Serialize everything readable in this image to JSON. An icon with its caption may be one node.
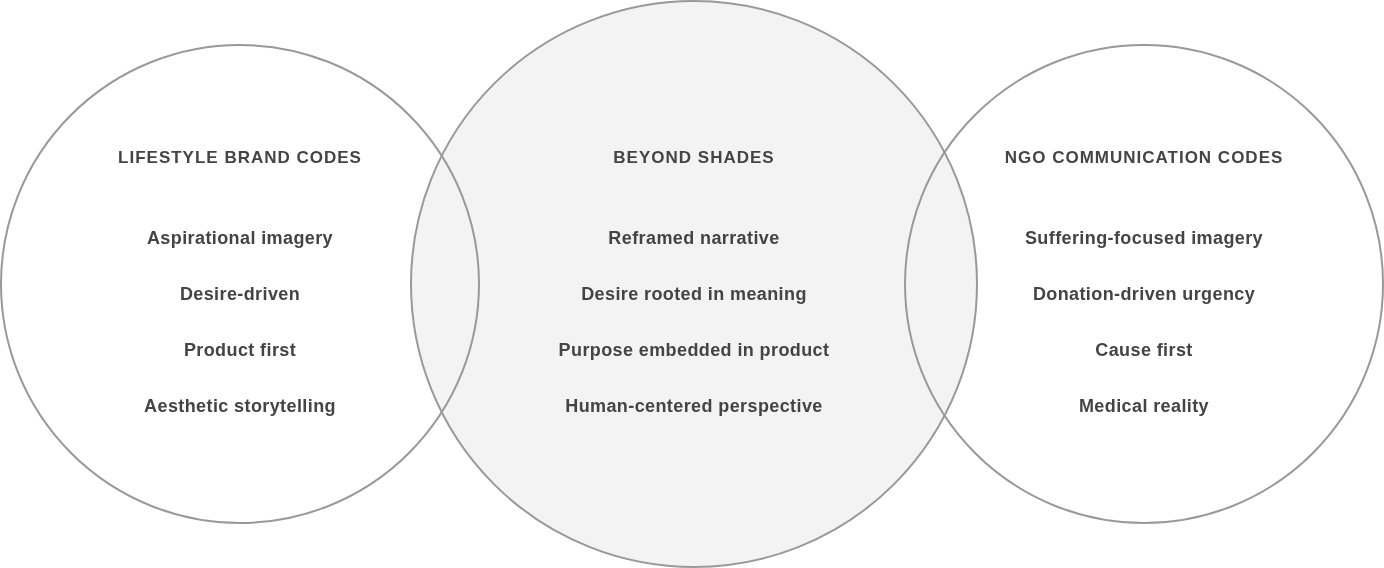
{
  "diagram": {
    "nodes": [
      {
        "text": [
          "LIFESTYLE BRAND CODES",
          "Aspirational imagery",
          "Desire-driven",
          "Product first",
          "Aesthetic storytelling"
        ]
      },
      {
        "text": [
          "BEYOND SHADES",
          "Reframed narrative",
          "Desire rooted in meaning",
          "Purpose embedded in product",
          "Human-centered perspective"
        ]
      },
      {
        "text": [
          "NGO COMMUNICATION CODES",
          "Suffering-focused imagery",
          "Donation-driven urgency",
          "Cause first",
          "Medical reality"
        ]
      }
    ]
  }
}
